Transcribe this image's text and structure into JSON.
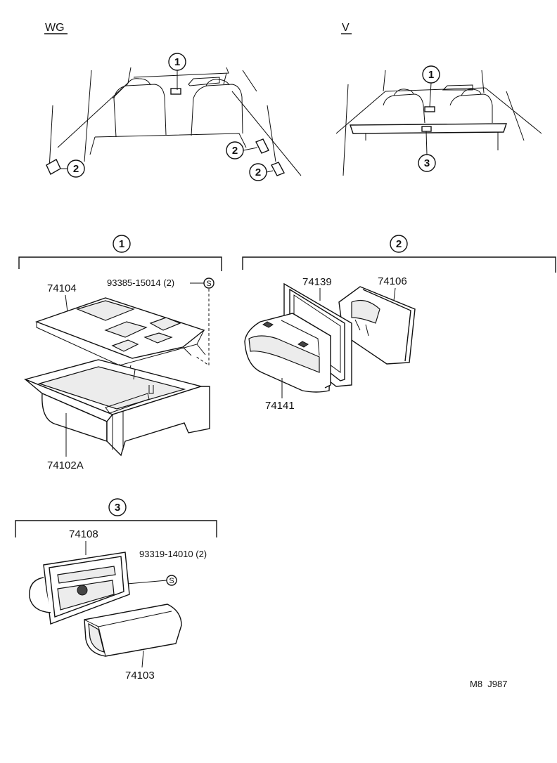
{
  "views": {
    "left_variant": "WG",
    "right_variant": "V"
  },
  "callouts": {
    "c1": "1",
    "c2": "2",
    "c3": "3"
  },
  "group1": {
    "number": "1",
    "tray_part": "74104",
    "screw_part": "93385-15014 (2)",
    "screw_symbol": "S",
    "box_part": "74102A"
  },
  "group2": {
    "number": "2",
    "frame_part": "74139",
    "rear_part": "74106",
    "front_part": "74141"
  },
  "group3": {
    "number": "3",
    "frame_part": "74108",
    "screw_part": "93319-14010 (2)",
    "screw_symbol": "S",
    "box_part": "74103"
  },
  "footer": {
    "code": "M8  J987"
  }
}
